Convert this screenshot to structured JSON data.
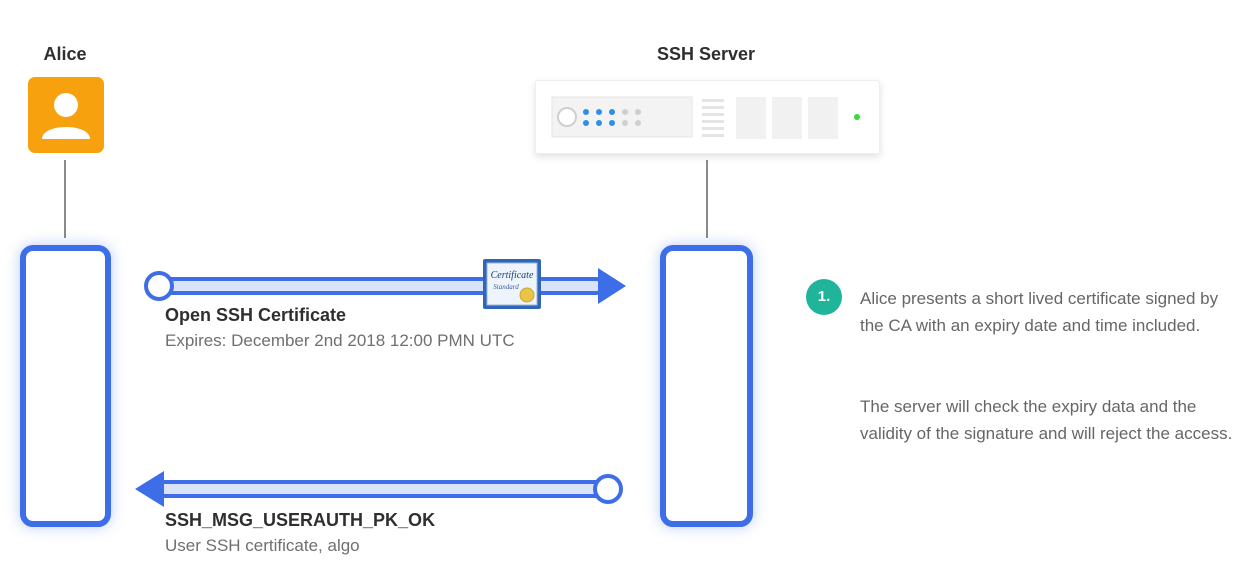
{
  "actors": {
    "alice": {
      "label": "Alice",
      "icon": "user-avatar-icon",
      "color": "#f7a10f"
    },
    "server": {
      "label": "SSH Server",
      "icon": "server-rack-icon",
      "status_color": "#33dd33"
    }
  },
  "messages": [
    {
      "direction": "alice-to-server",
      "title": "Open SSH Certificate",
      "subtitle": "Expires: December 2nd 2018 12:00 PMN UTC",
      "attachment": {
        "icon": "certificate-icon",
        "cert_title": "Certificate",
        "cert_subtitle": "Standard"
      }
    },
    {
      "direction": "server-to-alice",
      "title": "SSH_MSG_USERAUTH_PK_OK",
      "subtitle": "User SSH certificate, algo"
    }
  ],
  "step": {
    "number": "1.",
    "color": "#20b59b",
    "paragraphs": [
      "Alice presents a short lived certificate signed by the CA with an expiry date and time included.",
      "The server will check the expiry data and the validity of the signature and will reject the access."
    ]
  },
  "colors": {
    "arrow": "#3d6ee8",
    "arrow_fill": "#d9e4fa",
    "lifeline": "#3d6ee8"
  }
}
